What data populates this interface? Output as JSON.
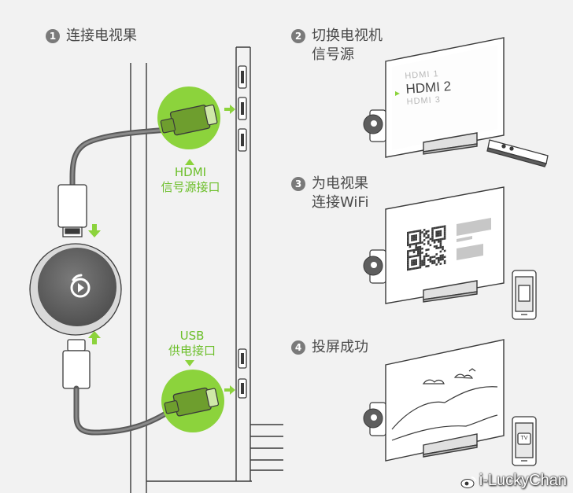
{
  "steps": [
    {
      "number": "1",
      "lines": [
        "连接电视果"
      ]
    },
    {
      "number": "2",
      "lines": [
        "切换电视机",
        "信号源"
      ]
    },
    {
      "number": "3",
      "lines": [
        "为电视果",
        "连接WiFi"
      ]
    },
    {
      "number": "4",
      "lines": [
        "投屏成功"
      ]
    }
  ],
  "port_labels": {
    "hdmi": [
      "HDMI",
      "信号源接口"
    ],
    "usb": [
      "USB",
      "供电接口"
    ]
  },
  "tv_menu": {
    "item1": "HDMI 1",
    "item2": "HDMI 2",
    "item3": "HDMI 3"
  },
  "phone_tv_label": "TV",
  "watermark": "i-LuckyChan",
  "colors": {
    "accent_green": "#8cd33c",
    "label_green": "#6cbf2a",
    "background": "#f2f2f2",
    "device_dark": "#5e5e5e"
  },
  "icons": [
    "hdmi-connector-icon",
    "usb-connector-icon",
    "remote-control-icon",
    "phone-icon",
    "qr-code-icon",
    "play-logo-icon",
    "weibo-icon"
  ]
}
